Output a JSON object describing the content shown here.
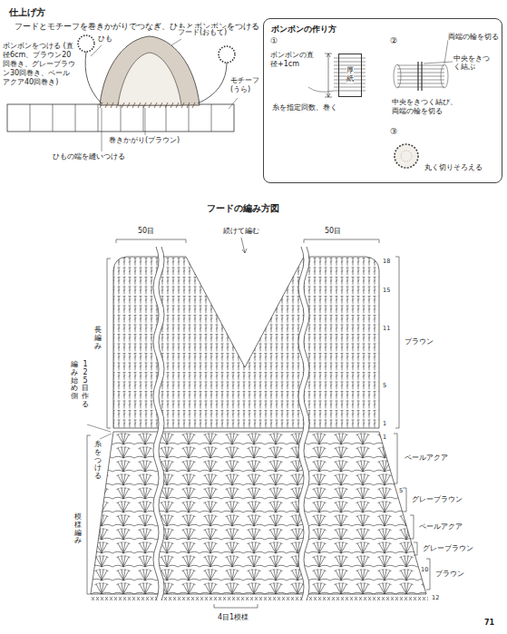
{
  "diagram": {
    "nodes": [
      {
        "text": [
          "ボンボンの作り方"
        ]
      },
      {
        "text": [
          "厚紙"
        ],
        "in": 0
      }
    ],
    "labels": [
      "仕上げ方",
      "フードとモチーフを巻きかがりでつなぎ、ひもとボンボンをつける",
      "ボンボンをつける (直径6cm、ブラウン20回巻き、グレーブラウン30回巻き、ペールアクア40回巻き)",
      "ひも",
      "フード(おもて)",
      "モチーフ (うら)",
      "巻きかがり(ブラウン)",
      "ひもの端を縫いつける",
      "①",
      "ボンボンの直径+1cm",
      "糸を指定回数、巻く",
      "②",
      "両端の輪を切る",
      "中央をきつく結ぶ",
      "中央をきつく結び、両端の輪を切る",
      "③",
      "丸く切りそろえる",
      "フードの編み方図",
      "50目",
      "続けて編む",
      "50目",
      "18",
      "15",
      "11",
      "5",
      "1",
      "長編み",
      "ブラウン",
      "編み始め側",
      "125目作る",
      "糸をつける",
      "1",
      "ペールアクア",
      "5",
      "グレーブラウン",
      "模様編み",
      "ペールアクア",
      "グレーブラウン",
      "10",
      "ブラウン",
      "12",
      "4目1模様",
      "71"
    ]
  }
}
